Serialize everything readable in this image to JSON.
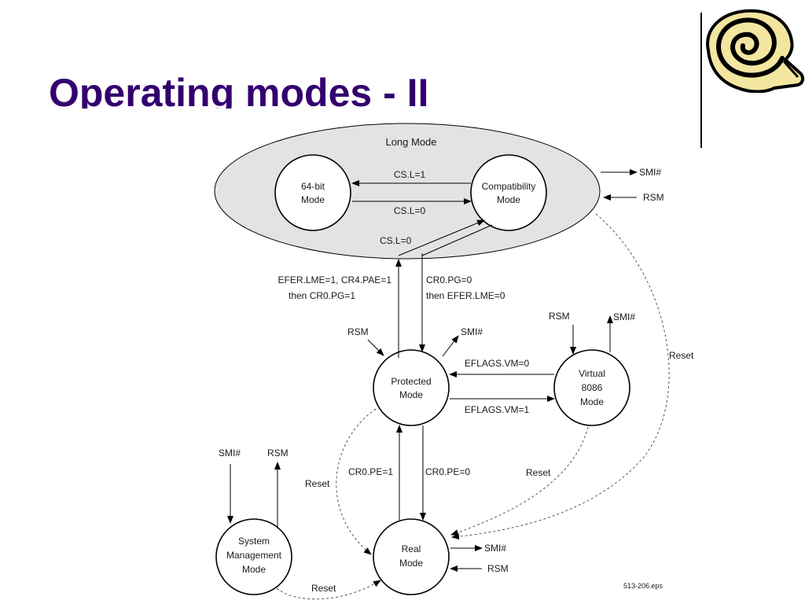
{
  "slide": {
    "title": "Operating modes - II"
  },
  "logo": {
    "icon": "spiral-logo-icon",
    "fill": "#f2e6a0",
    "stroke": "#000000"
  },
  "colors": {
    "title": "#33006f",
    "long_mode_fill": "#e3e3e3"
  },
  "diagram": {
    "long_mode_label": "Long Mode",
    "nodes": {
      "bit64": {
        "line1": "64-bit",
        "line2": "Mode"
      },
      "compat": {
        "line1": "Compatibility",
        "line2": "Mode"
      },
      "protected": {
        "line1": "Protected",
        "line2": "Mode"
      },
      "v86": {
        "line1": "Virtual",
        "line2": "8086",
        "line3": "Mode"
      },
      "real": {
        "line1": "Real",
        "line2": "Mode"
      },
      "smm": {
        "line1": "System",
        "line2": "Management",
        "line3": "Mode"
      }
    },
    "labels": {
      "csl1": "CS.L=1",
      "csl0_top": "CS.L=0",
      "csl0_bottom": "CS.L=0",
      "smi_long": "SMI#",
      "rsm_long": "RSM",
      "enter_long_1": "EFER.LME=1, CR4.PAE=1",
      "enter_long_2": "then CR0.PG=1",
      "exit_long_1": "CR0.PG=0",
      "exit_long_2": "then EFER.LME=0",
      "rsm_prot": "RSM",
      "smi_prot": "SMI#",
      "rsm_v86": "RSM",
      "smi_v86": "SMI#",
      "eflags0": "EFLAGS.VM=0",
      "eflags1": "EFLAGS.VM=1",
      "reset_right": "Reset",
      "reset_left": "Reset",
      "reset_v86": "Reset",
      "reset_smm": "Reset",
      "cr0pe1": "CR0.PE=1",
      "cr0pe0": "CR0.PE=0",
      "smi_smm": "SMI#",
      "rsm_smm": "RSM",
      "smi_real": "SMI#",
      "rsm_real": "RSM",
      "figure_ref": "513-206.eps"
    }
  }
}
